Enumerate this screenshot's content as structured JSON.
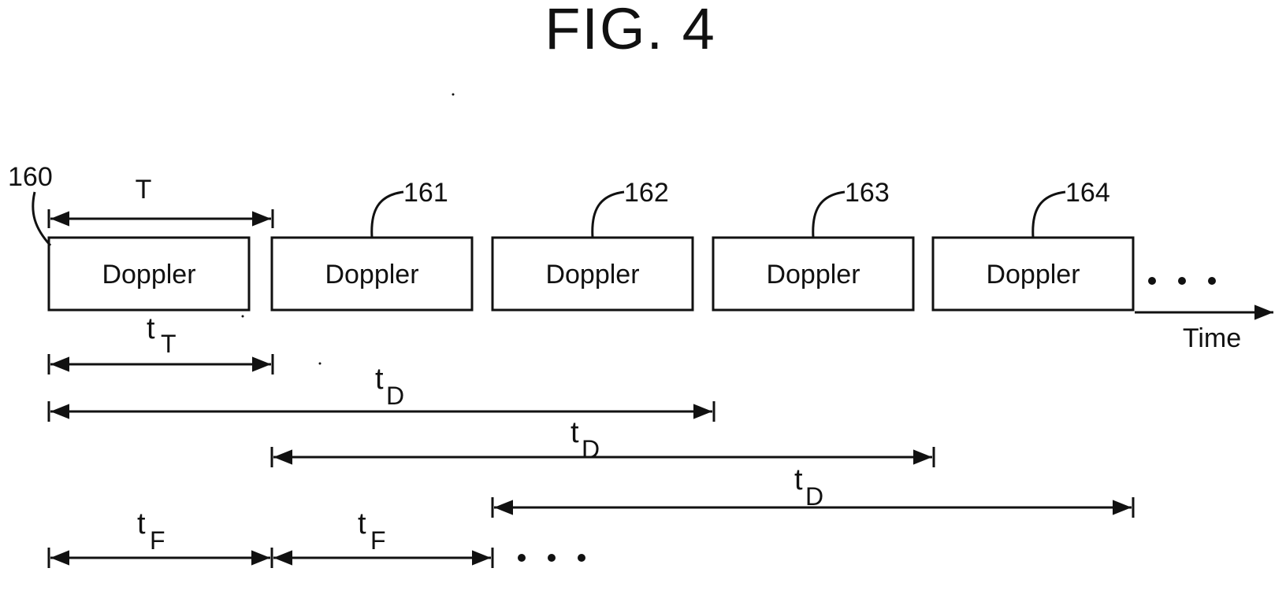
{
  "figure": {
    "title": "FIG. 4"
  },
  "blocks": [
    {
      "ref": "160",
      "label": "Doppler"
    },
    {
      "ref": "161",
      "label": "Doppler"
    },
    {
      "ref": "162",
      "label": "Doppler"
    },
    {
      "ref": "163",
      "label": "Doppler"
    },
    {
      "ref": "164",
      "label": "Doppler"
    }
  ],
  "period": {
    "label": "T"
  },
  "axis": {
    "label": "Time",
    "ellipsis": "• • •"
  },
  "dimensions": {
    "tT": {
      "main": "t",
      "sub": "T"
    },
    "tD": [
      {
        "main": "t",
        "sub": "D"
      },
      {
        "main": "t",
        "sub": "D"
      },
      {
        "main": "t",
        "sub": "D"
      }
    ],
    "tF": [
      {
        "main": "t",
        "sub": "F"
      },
      {
        "main": "t",
        "sub": "F"
      }
    ],
    "tF_ellipsis": "• • •"
  }
}
